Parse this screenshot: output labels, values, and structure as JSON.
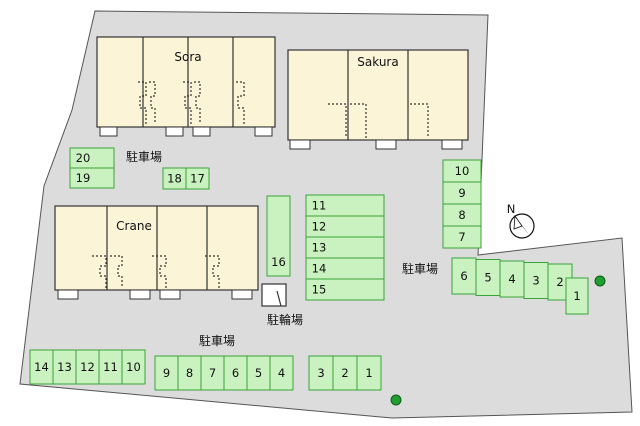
{
  "buildings": [
    {
      "name": "Sora"
    },
    {
      "name": "Sakura"
    },
    {
      "name": "Crane"
    }
  ],
  "area_labels": {
    "parking_left": "駐車場",
    "parking_right": "駐車場",
    "parking_bottom": "駐車場",
    "bicycle": "駐輪場"
  },
  "compass": {
    "label": "N",
    "icon": "north-arrow-icon"
  },
  "parking_groups": [
    {
      "id": "g-20-19",
      "numbers": [
        "20",
        "19"
      ]
    },
    {
      "id": "g-18-17",
      "numbers": [
        "18",
        "17"
      ]
    },
    {
      "id": "g-16",
      "numbers": [
        "16"
      ]
    },
    {
      "id": "g-11-15",
      "numbers": [
        "11",
        "12",
        "13",
        "14",
        "15"
      ]
    },
    {
      "id": "g-10-7",
      "numbers": [
        "10",
        "9",
        "8",
        "7"
      ]
    },
    {
      "id": "g-6-2",
      "numbers": [
        "6",
        "5",
        "4",
        "3",
        "2"
      ]
    },
    {
      "id": "g-1",
      "numbers": [
        "1"
      ]
    },
    {
      "id": "g-14-10",
      "numbers": [
        "14",
        "13",
        "12",
        "11",
        "10"
      ]
    },
    {
      "id": "g-9-4",
      "numbers": [
        "9",
        "8",
        "7",
        "6",
        "5",
        "4"
      ]
    },
    {
      "id": "g-3-1",
      "numbers": [
        "3",
        "2",
        "1"
      ]
    }
  ],
  "colors": {
    "parking_fill": "#c9f2c0",
    "parking_stroke": "#39a339",
    "building_fill": "#fbf4d6",
    "site_fill": "#dcdcdc",
    "tree": "#1e9e2e"
  }
}
